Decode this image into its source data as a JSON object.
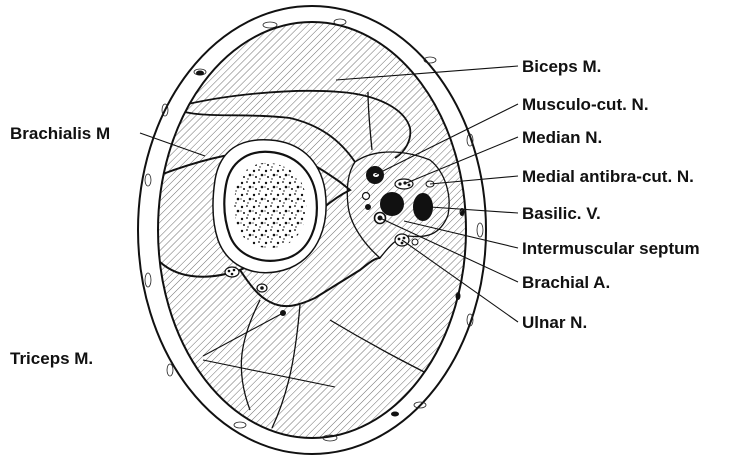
{
  "labels": {
    "biceps": "Biceps M.",
    "musculocutaneous": "Musculo-cut. N.",
    "median": "Median N.",
    "medial_antibrachial": "Medial antibra-cut. N.",
    "basilic": "Basilic. V.",
    "intermuscular_septum": "Intermuscular septum",
    "brachial_artery": "Brachial A.",
    "ulnar": "Ulnar N.",
    "brachialis": "Brachialis M",
    "triceps": "Triceps M."
  },
  "colors": {
    "ink": "#111111",
    "background": "#ffffff",
    "muscle_hatch": "#6e6e6e"
  }
}
